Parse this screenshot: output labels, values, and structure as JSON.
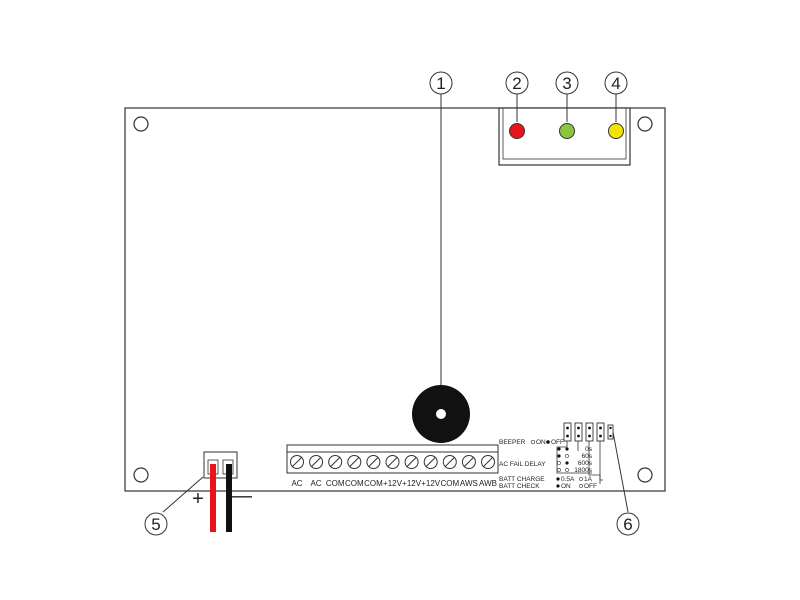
{
  "callouts": [
    "1",
    "2",
    "3",
    "4",
    "5",
    "6"
  ],
  "leds": [
    {
      "color": "#e8141c"
    },
    {
      "color": "#8cc63f"
    },
    {
      "color": "#f2e600"
    }
  ],
  "terminals": [
    "AC",
    "AC",
    "COM",
    "COM",
    "COM",
    "+12V",
    "+12V",
    "+12V",
    "COM",
    "AWS",
    "AWB"
  ],
  "jumpers": {
    "beeper": {
      "label": "BEEPER",
      "on": "ON",
      "off": "OFF"
    },
    "ac_fail_delay": {
      "label": "AC FAIL DELAY",
      "options": [
        "0s",
        "60s",
        "600s",
        "1800s"
      ]
    },
    "batt_charge": {
      "label": "BATT CHARGE",
      "low": "0.5A",
      "high": "1A"
    },
    "batt_check": {
      "label": "BATT CHECK",
      "on": "ON",
      "off": "OFF"
    }
  },
  "battery_lead": {
    "plus": "+",
    "minus": "—",
    "plus_color": "#e8141c",
    "minus_color": "#111111"
  }
}
